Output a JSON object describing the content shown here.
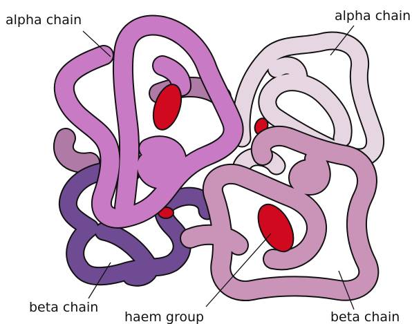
{
  "labels": {
    "alpha_chain_left": "alpha chain",
    "alpha_chain_right": "alpha chain",
    "beta_chain_left": "beta chain",
    "beta_chain_right": "beta chain",
    "haem_group": "haem group"
  },
  "colors": {
    "alpha_chain_left": "#c87ac4",
    "alpha_chain_right": "#e6d6e2",
    "beta_chain_left": "#6e4b92",
    "beta_chain_right": "#c994b8",
    "haem_group": "#d0091f",
    "background_shadow": "#b07aa6"
  }
}
